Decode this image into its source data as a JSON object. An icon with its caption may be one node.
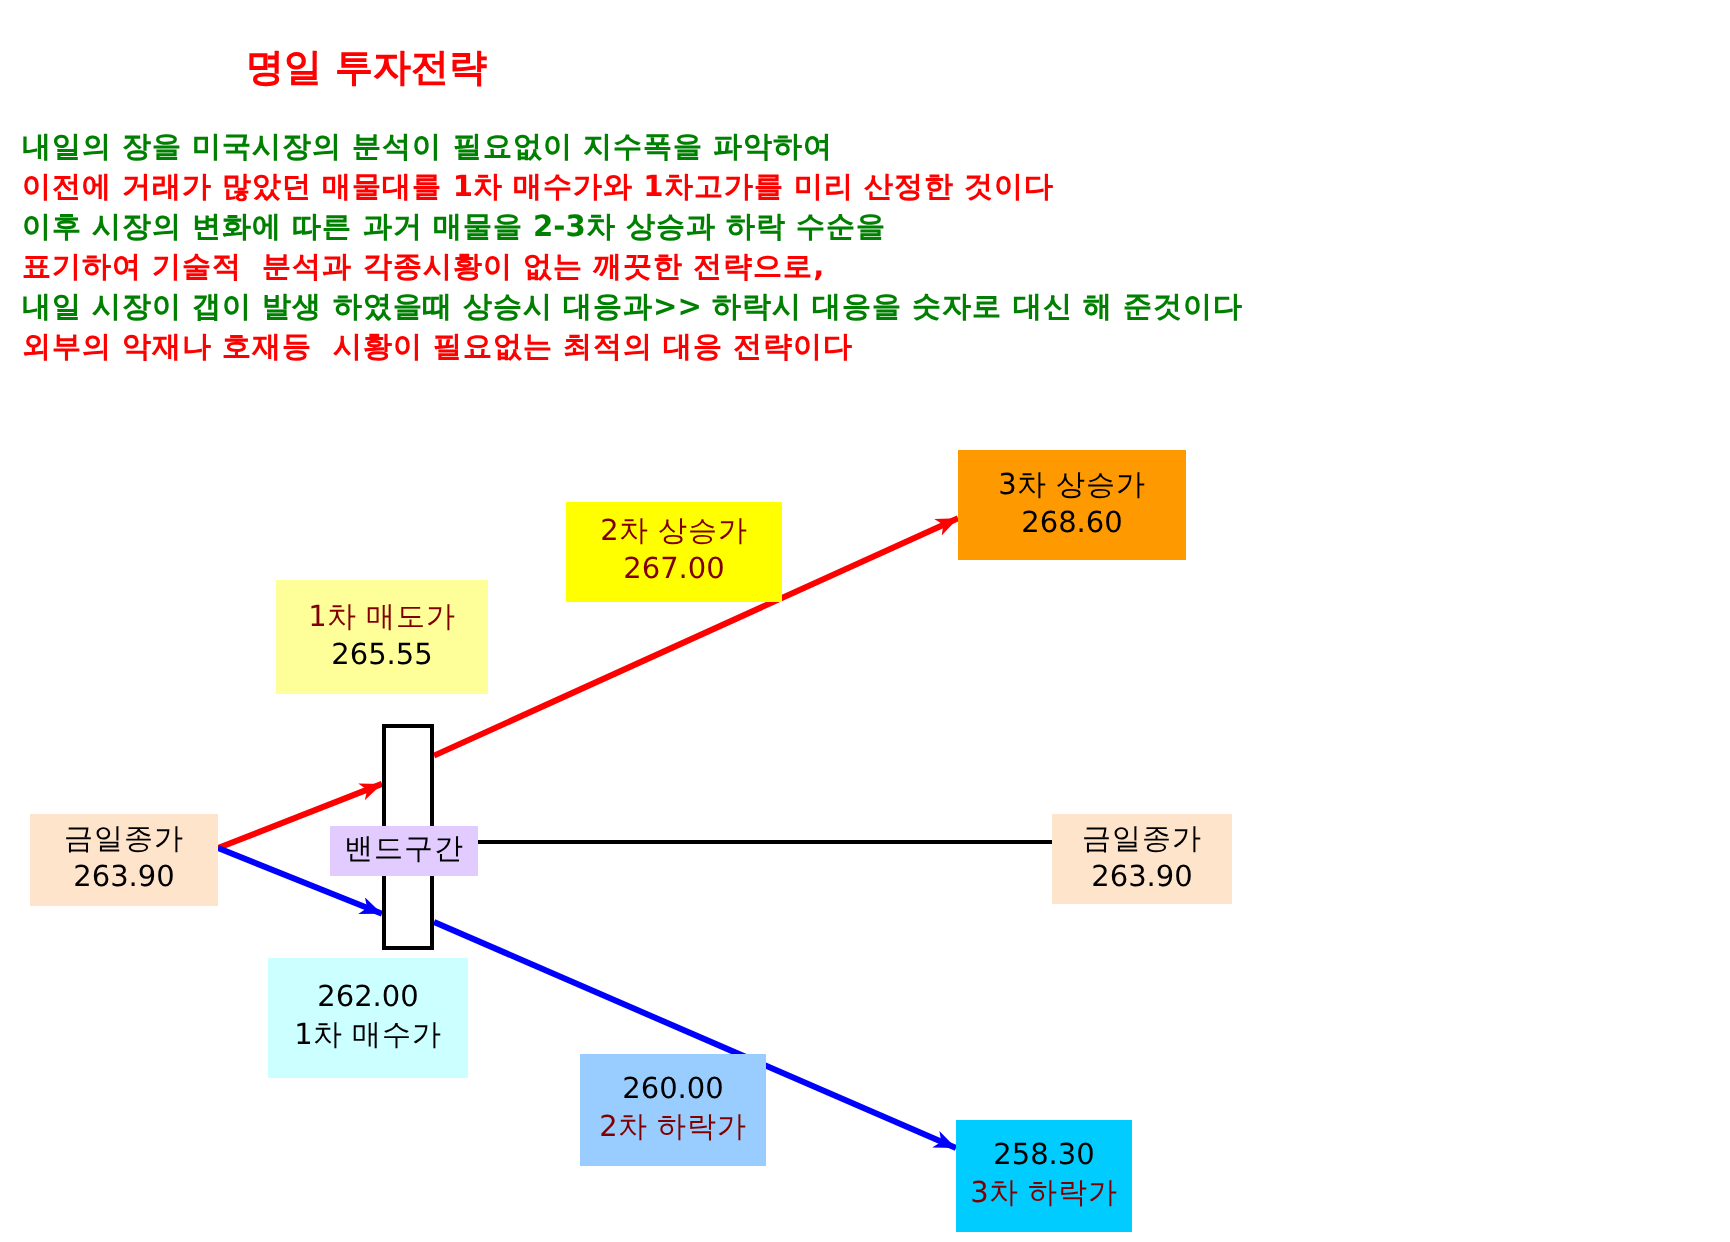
{
  "diagram": {
    "title": "명일 투자전략",
    "nodes": [
      {
        "text": [
          "금일종가",
          "263.90"
        ]
      },
      {
        "text": [],
        "shape": "bar"
      },
      {
        "text": [
          "밴드구간"
        ]
      },
      {
        "text": [
          "1차 매도가",
          "265.55"
        ]
      },
      {
        "text": [
          "2차 상승가",
          "267.00"
        ]
      },
      {
        "text": [
          "3차 상승가",
          "268.60"
        ]
      },
      {
        "text": [
          "금일종가",
          "263.90"
        ]
      },
      {
        "text": [
          "262.00",
          "1차 매수가"
        ]
      },
      {
        "text": [
          "260.00",
          "2차 하락가"
        ]
      },
      {
        "text": [
          "258.30",
          "3차 하락가"
        ]
      }
    ],
    "edges": [
      {
        "from": 0,
        "to": 1,
        "arrow": "to",
        "color": "#ff0000"
      },
      {
        "from": 0,
        "to": 1,
        "arrow": "to",
        "color": "#0000ff"
      },
      {
        "from": 1,
        "to": 5,
        "arrow": "to",
        "color": "#ff0000"
      },
      {
        "from": 1,
        "to": 9,
        "arrow": "to",
        "color": "#0000ff"
      },
      {
        "from": 2,
        "to": 6,
        "arrow": "none",
        "color": "#000000"
      }
    ],
    "labels": [
      "내일의 장을 미국시장의 분석이 필요없이 지수폭을 파악하여",
      "이전에 거래가 많았던 매물대를 1차 매수가와 1차고가를 미리 산정한 것이다",
      "이후 시장의 변화에 따른 과거 매물을 2-3차 상승과 하락 수순을",
      "표기하여 기술적  분석과 각종시황이 없는 깨끗한 전략으로,",
      "내일 시장이 갭이 발생 하였을때 상승시 대응과>> 하락시 대응을 숫자로 대신 해 준것이다",
      "외부의 악재나 호재등  시황이 필요없는 최적의 대응 전략이다"
    ]
  }
}
